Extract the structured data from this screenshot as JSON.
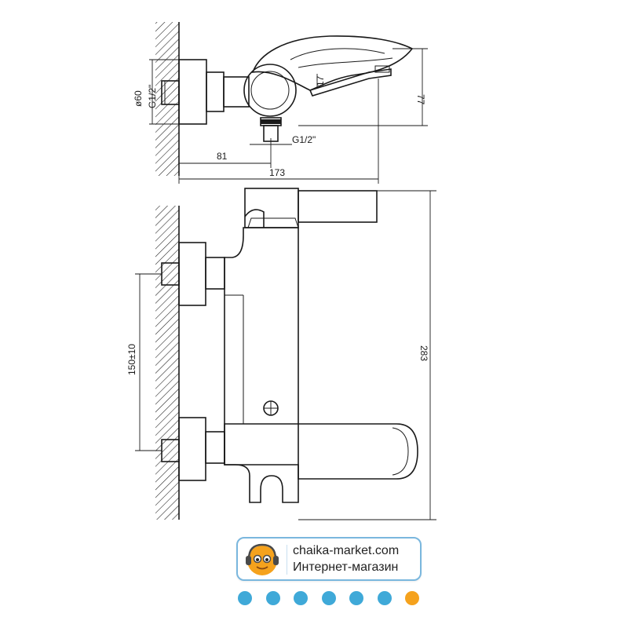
{
  "dimensions": {
    "dia_60": "ø60",
    "thread_left": "G1/2\"",
    "thread_bottom": "G1/2\"",
    "angle_17": "17",
    "height_77": "77",
    "depth_81": "81",
    "depth_173": "173",
    "spacing_150": "150±10",
    "height_283": "283"
  },
  "logo": {
    "domain": "chaika-market.com",
    "tagline": "Интернет-магазин"
  },
  "colors": {
    "line": "#1a1a1a",
    "brand_blue": "#3fa9d8",
    "brand_orange": "#f5a21d",
    "mascot_orange": "#f5a21d",
    "card_border": "#7ab7de"
  },
  "dots": [
    "blue",
    "blue",
    "blue",
    "blue",
    "blue",
    "blue",
    "orange"
  ]
}
